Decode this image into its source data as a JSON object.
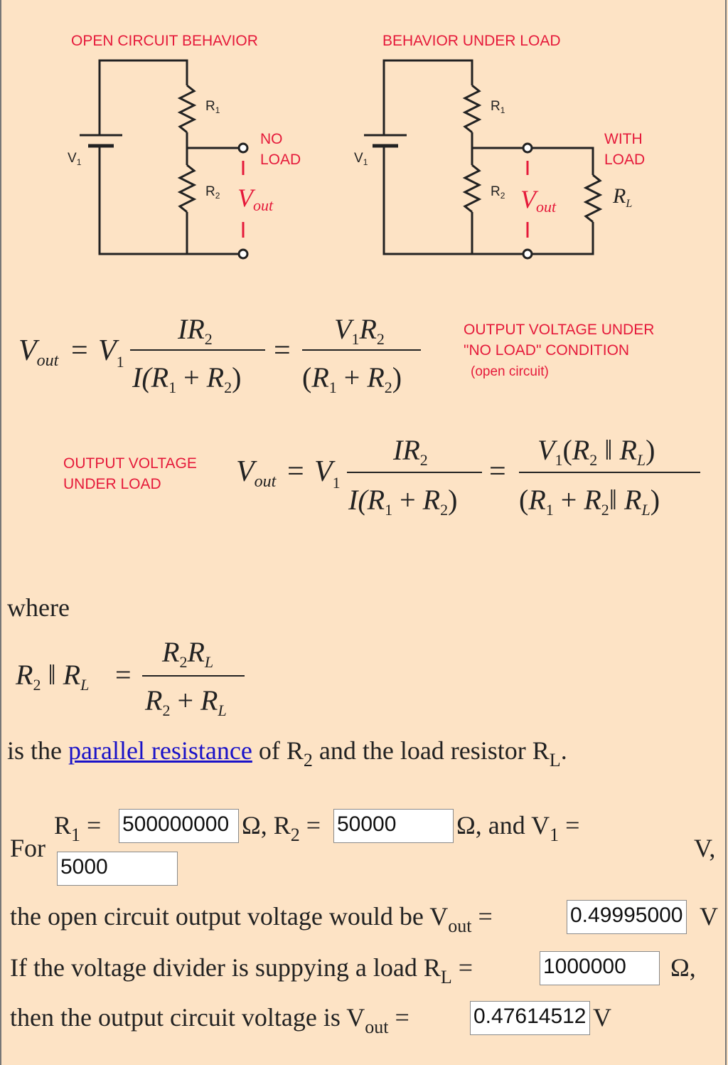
{
  "diagram": {
    "left_title": "OPEN CIRCUIT BEHAVIOR",
    "right_title": "BEHAVIOR UNDER LOAD",
    "no_load_line1": "NO",
    "no_load_line2": "LOAD",
    "with_load_line1": "WITH",
    "with_load_line2": "LOAD",
    "v1": "V",
    "v1_sub": "1",
    "r1": "R",
    "r1_sub": "1",
    "r2": "R",
    "r2_sub": "2",
    "vout": "V",
    "vout_sub": "out",
    "rl": "R",
    "rl_sub": "L"
  },
  "equations": {
    "open_note_line1": "OUTPUT VOLTAGE UNDER",
    "open_note_line2": "\"NO LOAD\" CONDITION",
    "open_note_line3": "(open circuit)",
    "load_note_line1": "OUTPUT VOLTAGE",
    "load_note_line2": "UNDER LOAD"
  },
  "text": {
    "where": "where",
    "parallel_prefix": "is the",
    "parallel_link": "parallel resistance",
    "parallel_mid": "of R",
    "parallel_sub2": "2",
    "parallel_and": "and the load resistor R",
    "parallel_subL": "L",
    "parallel_end": ".",
    "for_label": "For",
    "r1_label": "R",
    "r1_sub": "1",
    "eq": " = ",
    "ohm_comma_r2": "Ω, R",
    "r2_sub": "2",
    "eq2": " =",
    "ohm_and_v1": "Ω, and V",
    "v1_sub": "1",
    "eq3": " =",
    "v_comma": "V,",
    "open_line": "the open circuit output voltage would be V",
    "out_sub": "out",
    "eq4": " = ",
    "v_unit": "V",
    "load_line": "If the voltage divider is suppying a load R",
    "L_sub": "L",
    "eq5": " = ",
    "ohm_comma": "Ω,",
    "then_line": "then the output circuit voltage is V",
    "out_sub2": "out",
    "eq6": " = ",
    "v_unit2": "V"
  },
  "inputs": {
    "r1_value": "500000000",
    "r2_value": "50000",
    "v1_value": "5000",
    "vout_open_value": "0.49995000",
    "rl_value": "1000000",
    "vout_load_value": "0.47614512"
  },
  "colors": {
    "background": "#fde3c5",
    "accent_red": "#e5193a",
    "link_blue": "#1a12c8"
  }
}
